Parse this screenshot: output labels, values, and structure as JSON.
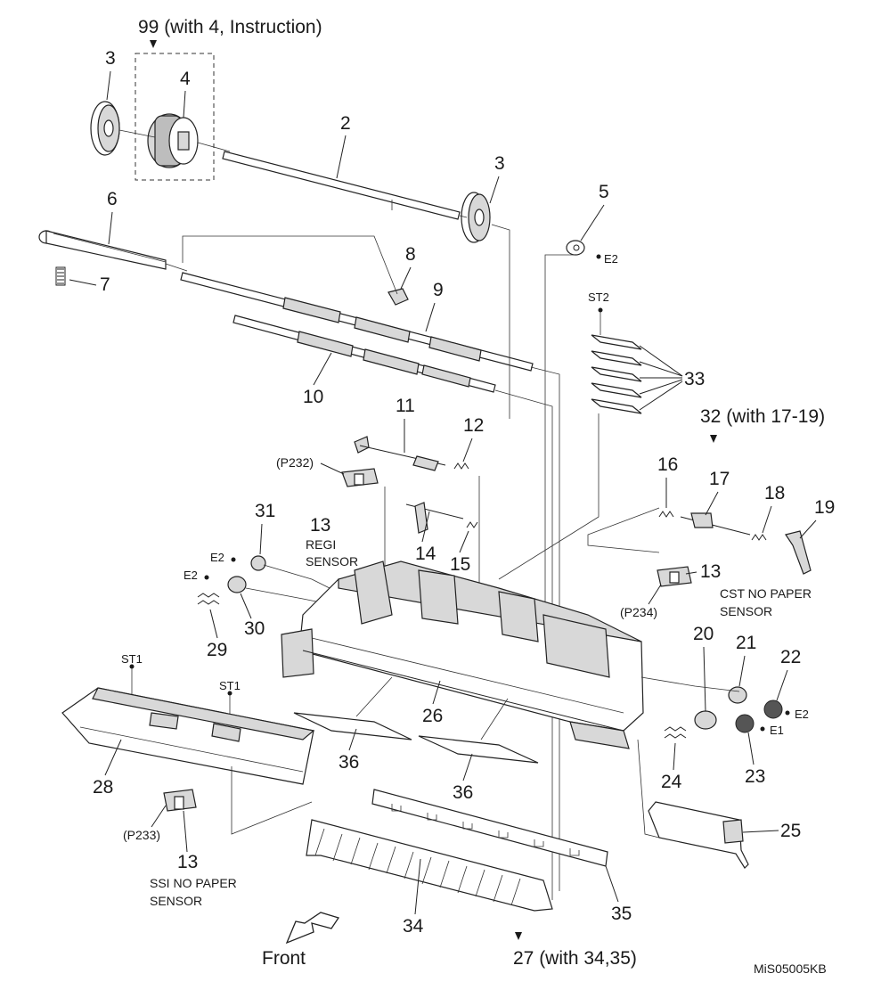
{
  "diagram": {
    "group_99": "99 (with 4, Instruction)",
    "group_32": "32 (with 17-19)",
    "group_27": "27 (with 34,35)",
    "parts": {
      "p2": "2",
      "p3a": "3",
      "p3b": "3",
      "p4": "4",
      "p5": "5",
      "p6": "6",
      "p7": "7",
      "p8": "8",
      "p9": "9",
      "p10": "10",
      "p11": "11",
      "p12": "12",
      "p13a": "13",
      "p13b": "13",
      "p13c": "13",
      "p14": "14",
      "p15": "15",
      "p16": "16",
      "p17": "17",
      "p18": "18",
      "p19": "19",
      "p20": "20",
      "p21": "21",
      "p22": "22",
      "p23": "23",
      "p24": "24",
      "p25": "25",
      "p26": "26",
      "p28": "28",
      "p29": "29",
      "p30": "30",
      "p31": "31",
      "p33": "33",
      "p34": "34",
      "p35": "35",
      "p36a": "36",
      "p36b": "36"
    },
    "connectors": {
      "p232": "(P232)",
      "p233": "(P233)",
      "p234": "(P234)"
    },
    "sensors": {
      "regi_1": "REGI",
      "regi_2": "SENSOR",
      "cst_1": "CST NO PAPER",
      "cst_2": "SENSOR",
      "ssi_1": "SSI NO PAPER",
      "ssi_2": "SENSOR"
    },
    "clips": {
      "e2_5": "E2",
      "e2_31": "E2",
      "e2_30": "E2",
      "e2_22": "E2",
      "e1_23": "E1",
      "st2": "ST2",
      "st1a": "ST1",
      "st1b": "ST1"
    },
    "front_label": "Front",
    "figure_code": "MiS05005KB"
  }
}
